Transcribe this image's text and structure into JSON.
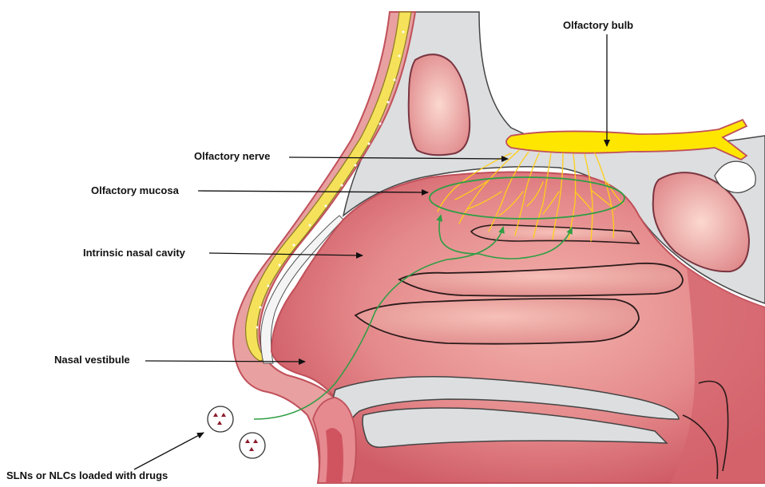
{
  "labels": {
    "olfactory_bulb": "Olfactory bulb",
    "olfactory_nerve": "Olfactory nerve",
    "olfactory_mucosa": "Olfactory mucosa",
    "intrinsic_nasal_cavity": "Intrinsic nasal cavity",
    "nasal_vestibule": "Nasal vestibule",
    "particles": "SLNs or NLCs loaded with drugs"
  },
  "colors": {
    "skin": "#e8a0a0",
    "skin_edge": "#c0505a",
    "cavity": "#e07a80",
    "bone": "#dcdedf",
    "nerve": "#ffe600",
    "pathway": "#2f9e44",
    "particle": "#8b1a2b"
  }
}
